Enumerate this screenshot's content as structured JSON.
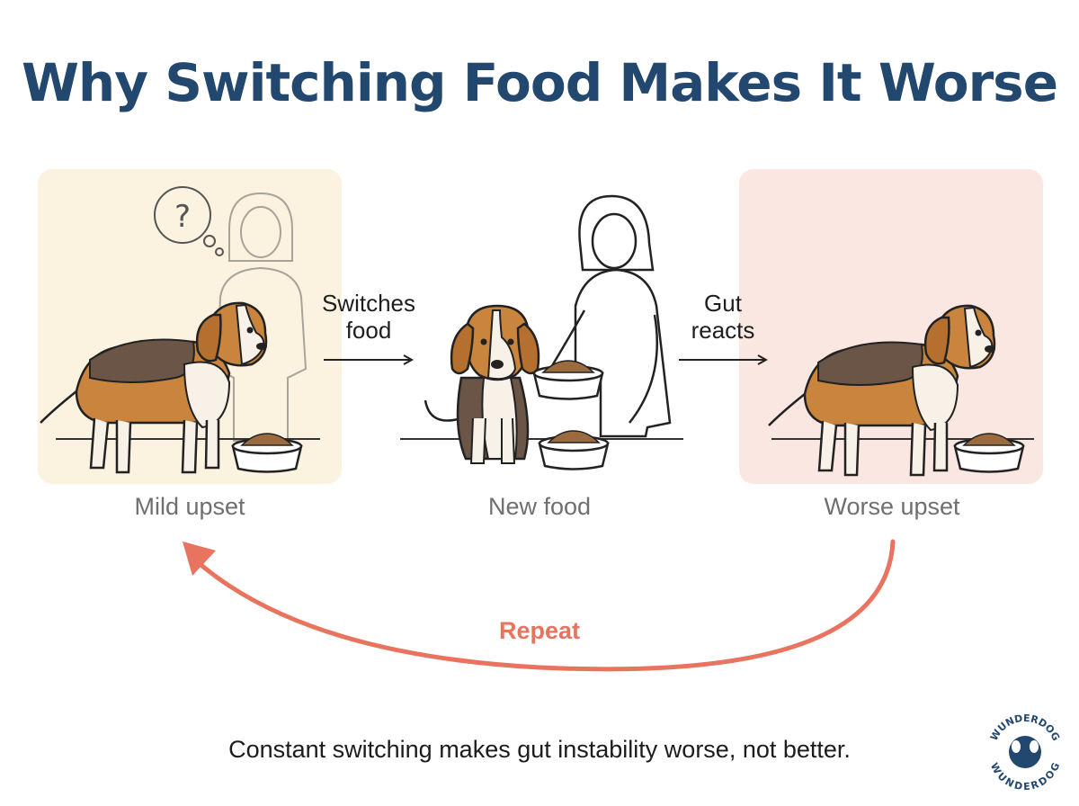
{
  "title": "Why Switching Food Makes It Worse",
  "panels": [
    {
      "caption": "Mild upset"
    },
    {
      "caption": "New food"
    },
    {
      "caption": "Worse upset"
    }
  ],
  "arrows": [
    {
      "line1": "Switches",
      "line2": "food"
    },
    {
      "line1": "Gut",
      "line2": "reacts"
    }
  ],
  "thought_symbol": "?",
  "loop_label": "Repeat",
  "footer": "Constant switching makes gut instability worse, not better.",
  "logo": {
    "text": "WUNDERDOG"
  },
  "colors": {
    "title": "#23486f",
    "panel_mild": "#fbf3df",
    "panel_worse": "#fbe7e2",
    "loop_arrow": "#e8735e",
    "dog_tan": "#c9853e",
    "dog_dark": "#6b5546"
  }
}
